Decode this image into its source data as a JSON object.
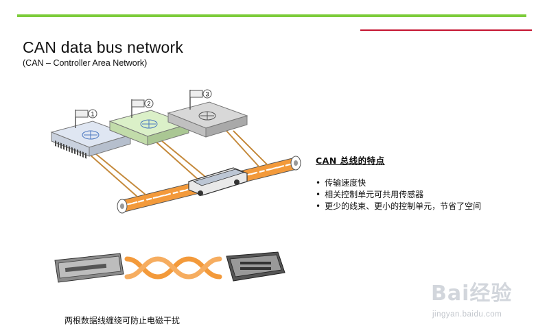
{
  "slide": {
    "title": "CAN data bus network",
    "subtitle": "(CAN – Controller Area Network)"
  },
  "diagram": {
    "node_labels": [
      "1",
      "2",
      "3"
    ]
  },
  "features": {
    "heading": "CAN   总线的特点",
    "items": [
      "传输速度快",
      "相关控制单元可共用传感器",
      "更少的线束、更小的控制单元，节省了空间"
    ]
  },
  "twisted_pair": {
    "caption": "两根数据线缠绕可防止电磁干扰"
  },
  "watermark": {
    "brand": "Bai经验",
    "url": "jingyan.baidu.com"
  },
  "colors": {
    "top_rule": "#7ccc3a",
    "accent_rule": "#c4122f",
    "bus_orange": "#f39a3b",
    "chip_blue": "#dfe6f2",
    "chip_green": "#dbf0c8",
    "chip_gray": "#d8d8d8"
  }
}
